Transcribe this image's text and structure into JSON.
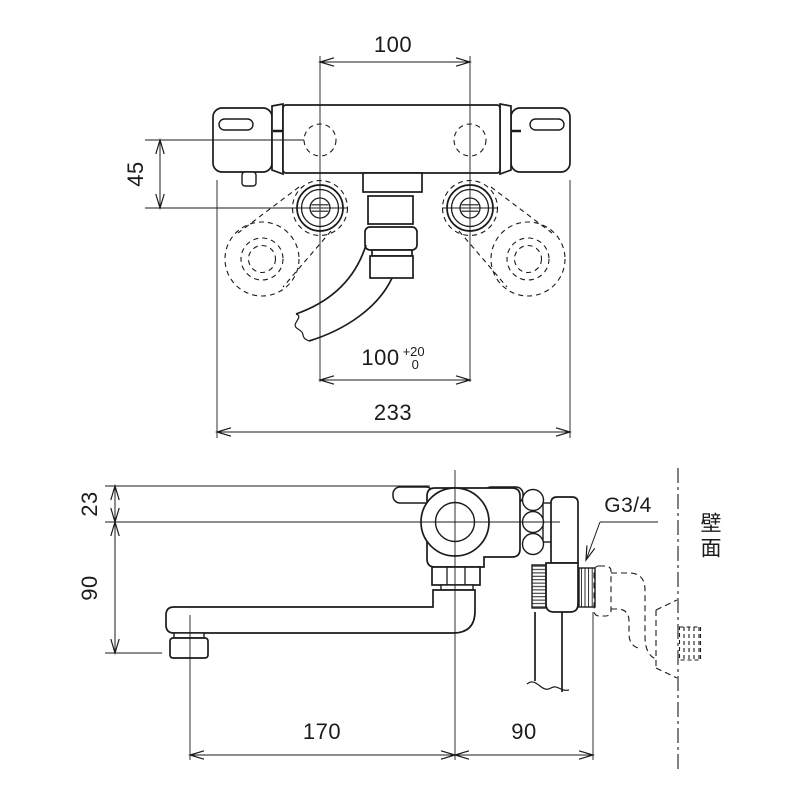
{
  "drawing_type": "faucet-installation-dimension-drawing",
  "dims": {
    "inlet_spacing": "100",
    "handle_offset": "45",
    "leg_spacing": "100",
    "leg_spacing_tol_plus": "+20",
    "leg_spacing_tol_minus": "0",
    "total_width": "233",
    "spout_top_offset": "23",
    "spout_drop": "90",
    "spout_reach": "170",
    "valve_to_wall": "90"
  },
  "labels": {
    "thread_size": "G3/4",
    "wall_surface": "壁面"
  },
  "colors": {
    "line": "#1b1b1b",
    "background": "#ffffff"
  }
}
